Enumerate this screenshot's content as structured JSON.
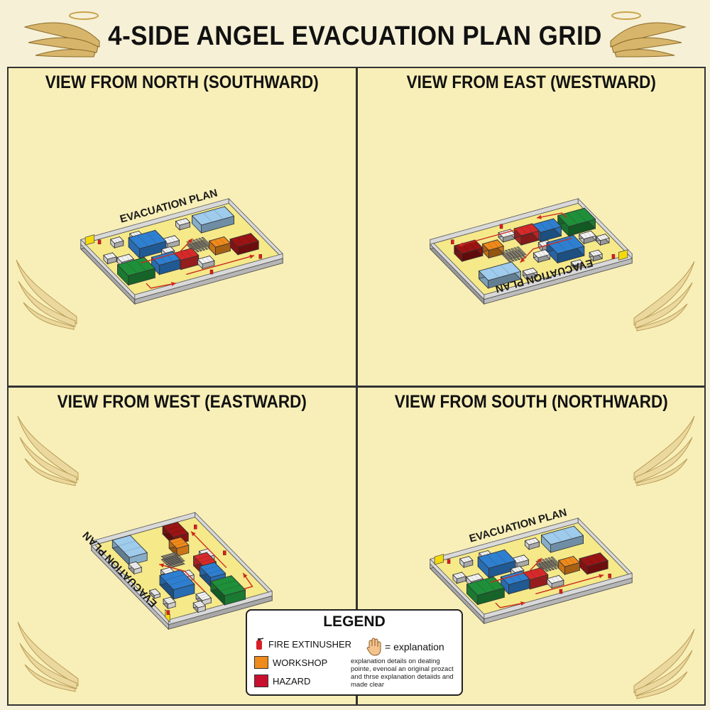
{
  "title": "4-SIDE ANGEL EVACUATION PLAN GRID",
  "panels": [
    {
      "title": "VIEW FROM NORTH (SOUTHWARD)",
      "plan_label": "EVACUATION PLAN"
    },
    {
      "title": "VIEW FROM EAST (WESTWARD)",
      "plan_label": "EVACUATION PLAN"
    },
    {
      "title": "VIEW FROM WEST (EASTWARD)",
      "plan_label": "EVACUATION PLAN"
    },
    {
      "title": "VIEW FROM SOUTH (NORTHWARD)",
      "plan_label": "EVACUATION PLAN"
    }
  ],
  "legend": {
    "title": "LEGEND",
    "items": [
      {
        "label": "FIRE EXTINUSHER",
        "icon": "fire-extinguisher-icon",
        "color": "#d81f26"
      },
      {
        "label": "WORKSHOP",
        "color": "#ef8a1c"
      },
      {
        "label": "HAZARD",
        "color": "#c8102e"
      }
    ],
    "explanation_label": "= explanation",
    "explanation_icon": "hand-icon",
    "note": "explanation details on deating pointe, evenoal an original prozact and thrse explanation detaiids and made clear"
  },
  "colors": {
    "floor": "#f5e98a",
    "wall": "#cfcfcf",
    "green": "#1f8f3a",
    "blue": "#2f7fd0",
    "light_blue": "#9fcbec",
    "red": "#d62a2a",
    "dark_red": "#9b1414",
    "orange": "#ef8a1c",
    "arrow": "#cc2b1d"
  }
}
